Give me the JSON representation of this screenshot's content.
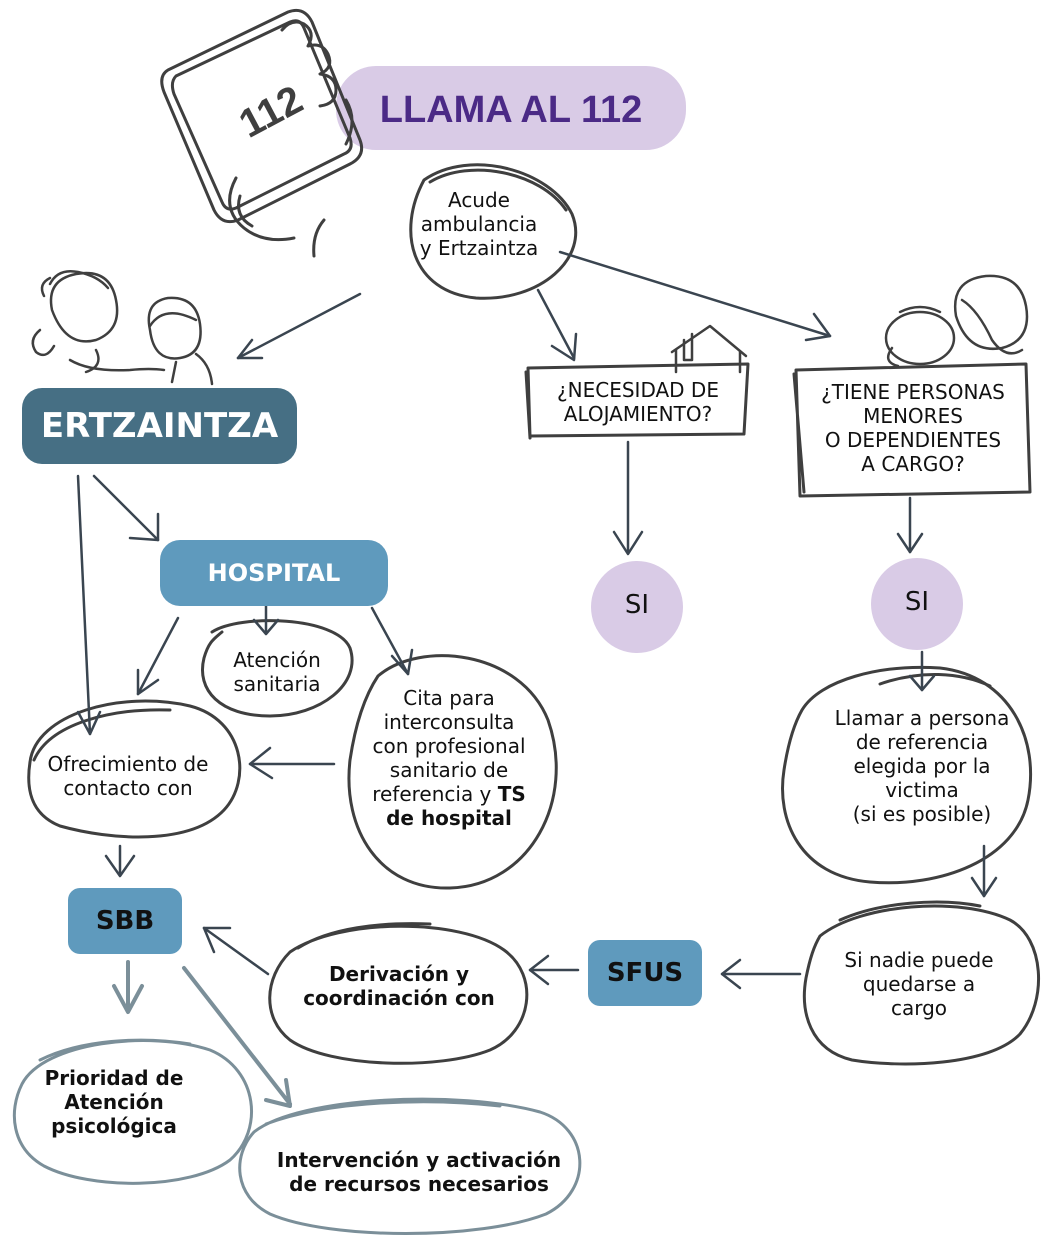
{
  "header": {
    "title": "LLAMA AL 112",
    "phone_label": "112"
  },
  "nodes": {
    "ambulance": "Acude\nambulancia\ny Ertzaintza",
    "ertzaintza": "ERTZAINTZA",
    "hospital": "HOSPITAL",
    "atencion_sanitaria": "Atención\nsanitaria",
    "cita_main": "Cita para\ninterconsulta\ncon profesional\nsanitario de\nreferencia y ",
    "cita_bold_1": "TS",
    "cita_bold_2": "de hospital",
    "ofrecimiento": "Ofrecimiento de\ncontacto con",
    "sbb": "SBB",
    "prioridad": "Prioridad de\nAtención\npsicológica",
    "intervencion": "Intervención y activación\nde recursos necesarios",
    "derivacion": "Derivación y\ncoordinación con",
    "sfus": "SFUS",
    "nadie": "Si nadie puede\nquedarse a\ncargo",
    "llamar": "Llamar a persona\nde referencia\nelegida por la\nvictima\n(si es posible)",
    "alojamiento_q": "¿NECESIDAD DE\nALOJAMIENTO?",
    "menores_q": "¿TIENE PERSONAS\nMENORES\nO DEPENDIENTES\nA CARGO?",
    "si_left": "SI",
    "si_right": "SI"
  },
  "colors": {
    "lavender": "#d9cbe6",
    "purple_text": "#4b2a86",
    "dark_teal": "#466f84",
    "mid_blue": "#5f9abd",
    "sketch_gray": "#3f3f3f",
    "arrow_dark": "#3a4550",
    "arrow_light": "#7b8f99"
  },
  "icons": [
    "phone-icon",
    "women-illustration-icon",
    "house-icon",
    "children-illustration-icon"
  ]
}
